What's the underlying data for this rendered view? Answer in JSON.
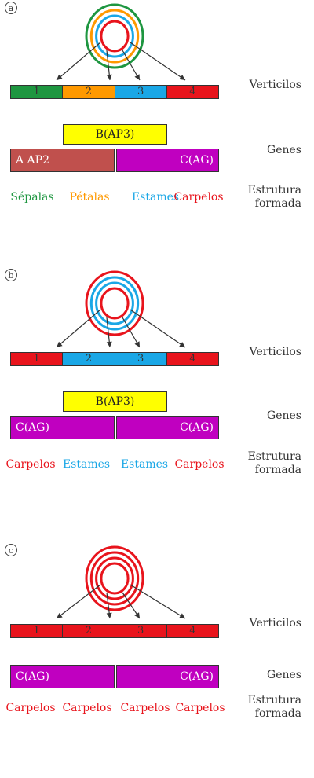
{
  "panels": [
    {
      "id": "a",
      "letter": "a",
      "whorls": [
        "1",
        "2",
        "3",
        "4"
      ],
      "whorl_colors": [
        "#1e9640",
        "#ff9900",
        "#1aa7e6",
        "#e8141c"
      ],
      "ring_colors": [
        "#1e9640",
        "#ff9900",
        "#1aa7e6",
        "#e8141c"
      ],
      "gene_b": "B(AP3)",
      "gene_left": "A AP2",
      "gene_left_color": "#c0504d",
      "gene_right": "C(AG)",
      "gene_right_color": "#c000c0",
      "structures": [
        "Sépalas",
        "Pétalas",
        "Estames",
        "Carpelos"
      ],
      "structure_colors": [
        "#1e9640",
        "#ff9900",
        "#1aa7e6",
        "#e8141c"
      ]
    },
    {
      "id": "b",
      "letter": "b",
      "whorls": [
        "1",
        "2",
        "3",
        "4"
      ],
      "whorl_colors": [
        "#e8141c",
        "#1aa7e6",
        "#1aa7e6",
        "#e8141c"
      ],
      "ring_colors": [
        "#e8141c",
        "#1aa7e6",
        "#1aa7e6",
        "#e8141c"
      ],
      "gene_b": "B(AP3)",
      "gene_left": "C(AG)",
      "gene_left_color": "#c000c0",
      "gene_right": "C(AG)",
      "gene_right_color": "#c000c0",
      "structures": [
        "Carpelos",
        "Estames",
        "Estames",
        "Carpelos"
      ],
      "structure_colors": [
        "#e8141c",
        "#1aa7e6",
        "#1aa7e6",
        "#e8141c"
      ]
    },
    {
      "id": "c",
      "letter": "c",
      "whorls": [
        "1",
        "2",
        "3",
        "4"
      ],
      "whorl_colors": [
        "#e8141c",
        "#e8141c",
        "#e8141c",
        "#e8141c"
      ],
      "ring_colors": [
        "#e8141c",
        "#e8141c",
        "#e8141c",
        "#e8141c"
      ],
      "gene_b": "",
      "gene_left": "C(AG)",
      "gene_left_color": "#c000c0",
      "gene_right": "C(AG)",
      "gene_right_color": "#c000c0",
      "structures": [
        "Carpelos",
        "Carpelos",
        "Carpelos",
        "Carpelos"
      ],
      "structure_colors": [
        "#e8141c",
        "#e8141c",
        "#e8141c",
        "#e8141c"
      ]
    }
  ],
  "labels": {
    "verticilos": "Verticilos",
    "genes": "Genes",
    "estrutura_line1": "Estrutura",
    "estrutura_line2": "formada"
  }
}
